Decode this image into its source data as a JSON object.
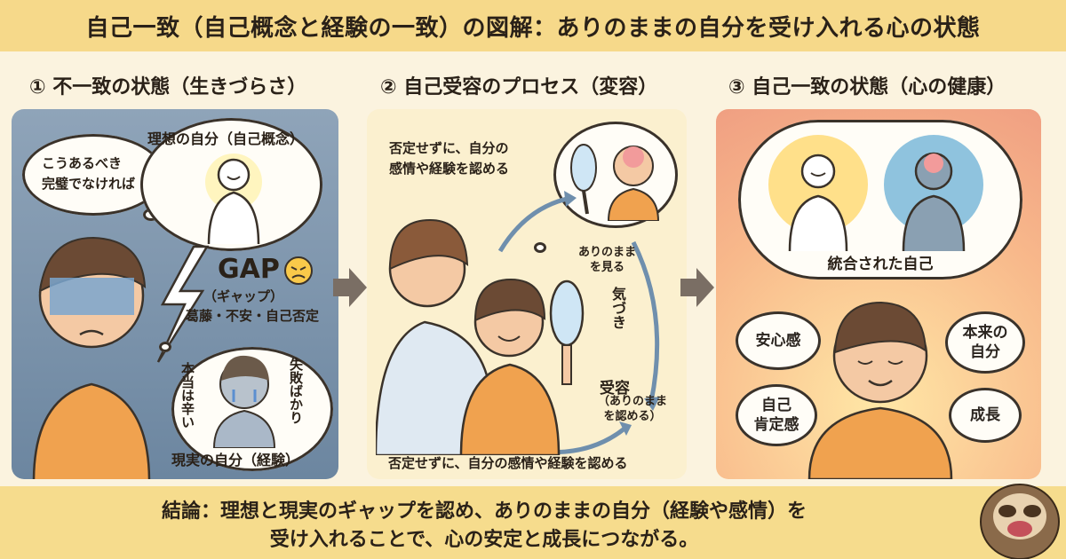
{
  "title": "自己一致（自己概念と経験の一致）の図解：ありのままの自分を受け入れる心の状態",
  "sections": {
    "s1": {
      "heading": "① 不一致の状態（生きづらさ）",
      "thought_should": [
        "こうあるべき",
        "完璧でなければ"
      ],
      "ideal_label": "理想の自分（自己概念）",
      "gap": "GAP",
      "gap_reading": "（ギャップ）",
      "gap_desc": "葛藤・不安・自己否定",
      "real_label": "現実の自分（経験）",
      "real_left": "本当は辛い",
      "real_right": "失敗ばかり"
    },
    "s2": {
      "heading": "② 自己受容のプロセス（変容）",
      "top_text": [
        "否定せずに、自分の",
        "感情や経験を認める"
      ],
      "see_as_is": [
        "ありのまま",
        "を見る"
      ],
      "awareness": "気づき",
      "acceptance": "受容",
      "acceptance_sub": [
        "（ありのまま",
        "を認める）"
      ],
      "bottom_text": "否定せずに、自分の感情や経験を認める"
    },
    "s3": {
      "heading": "③ 自己一致の状態（心の健康）",
      "integrated": "統合された自己",
      "chip_security": "安心感",
      "chip_true_self": [
        "本来の",
        "自分"
      ],
      "chip_esteem": [
        "自己",
        "肯定感"
      ],
      "chip_growth": "成長"
    }
  },
  "conclusion": [
    "結論：理想と現実のギャップを認め、ありのままの自分（経験や感情）を",
    "受け入れることで、心の安定と成長につながる。"
  ],
  "colors": {
    "title_bg": "#f6d98a",
    "panel1": "#7b93ac",
    "panel2": "#fbf0cf",
    "panel3": "#f8b98b",
    "accent_orange": "#f0a24f"
  }
}
